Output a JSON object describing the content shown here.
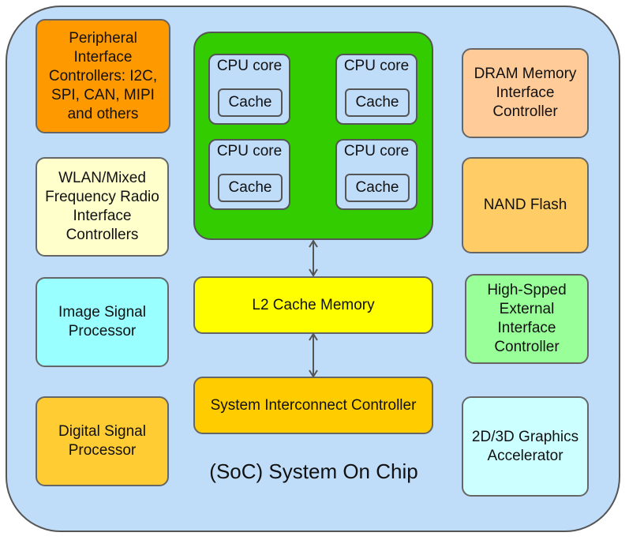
{
  "caption": "(SoC) System On Chip",
  "blocks": {
    "peripheral": {
      "label": "Peripheral Interface Controllers: I2C, SPI, CAN, MIPI and others",
      "color": "#ff9900"
    },
    "wlan": {
      "label": "WLAN/Mixed Frequency Radio Interface Controllers",
      "color": "#ffffcc"
    },
    "isp": {
      "label": "Image Signal Processor",
      "color": "#99ffff"
    },
    "dsp": {
      "label": "Digital Signal Processor",
      "color": "#ffcc33"
    },
    "dram": {
      "label": "DRAM Memory Interface Controller",
      "color": "#ffcc99"
    },
    "nand": {
      "label": "NAND Flash",
      "color": "#ffcc66"
    },
    "highspeed": {
      "label": "High-Spped External Interface Controller",
      "color": "#99ff99"
    },
    "graphics": {
      "label": "2D/3D Graphics Accelerator",
      "color": "#ccffff"
    },
    "l2": {
      "label": "L2 Cache Memory",
      "color": "#ffff00"
    },
    "interconnect": {
      "label": "System Interconnect Controller",
      "color": "#ffcc00"
    }
  },
  "cpu_cluster": {
    "color": "#33cc00",
    "cores": [
      {
        "label": "CPU core",
        "cache": "Cache"
      },
      {
        "label": "CPU core",
        "cache": "Cache"
      },
      {
        "label": "CPU core",
        "cache": "Cache"
      },
      {
        "label": "CPU core",
        "cache": "Cache"
      }
    ]
  }
}
